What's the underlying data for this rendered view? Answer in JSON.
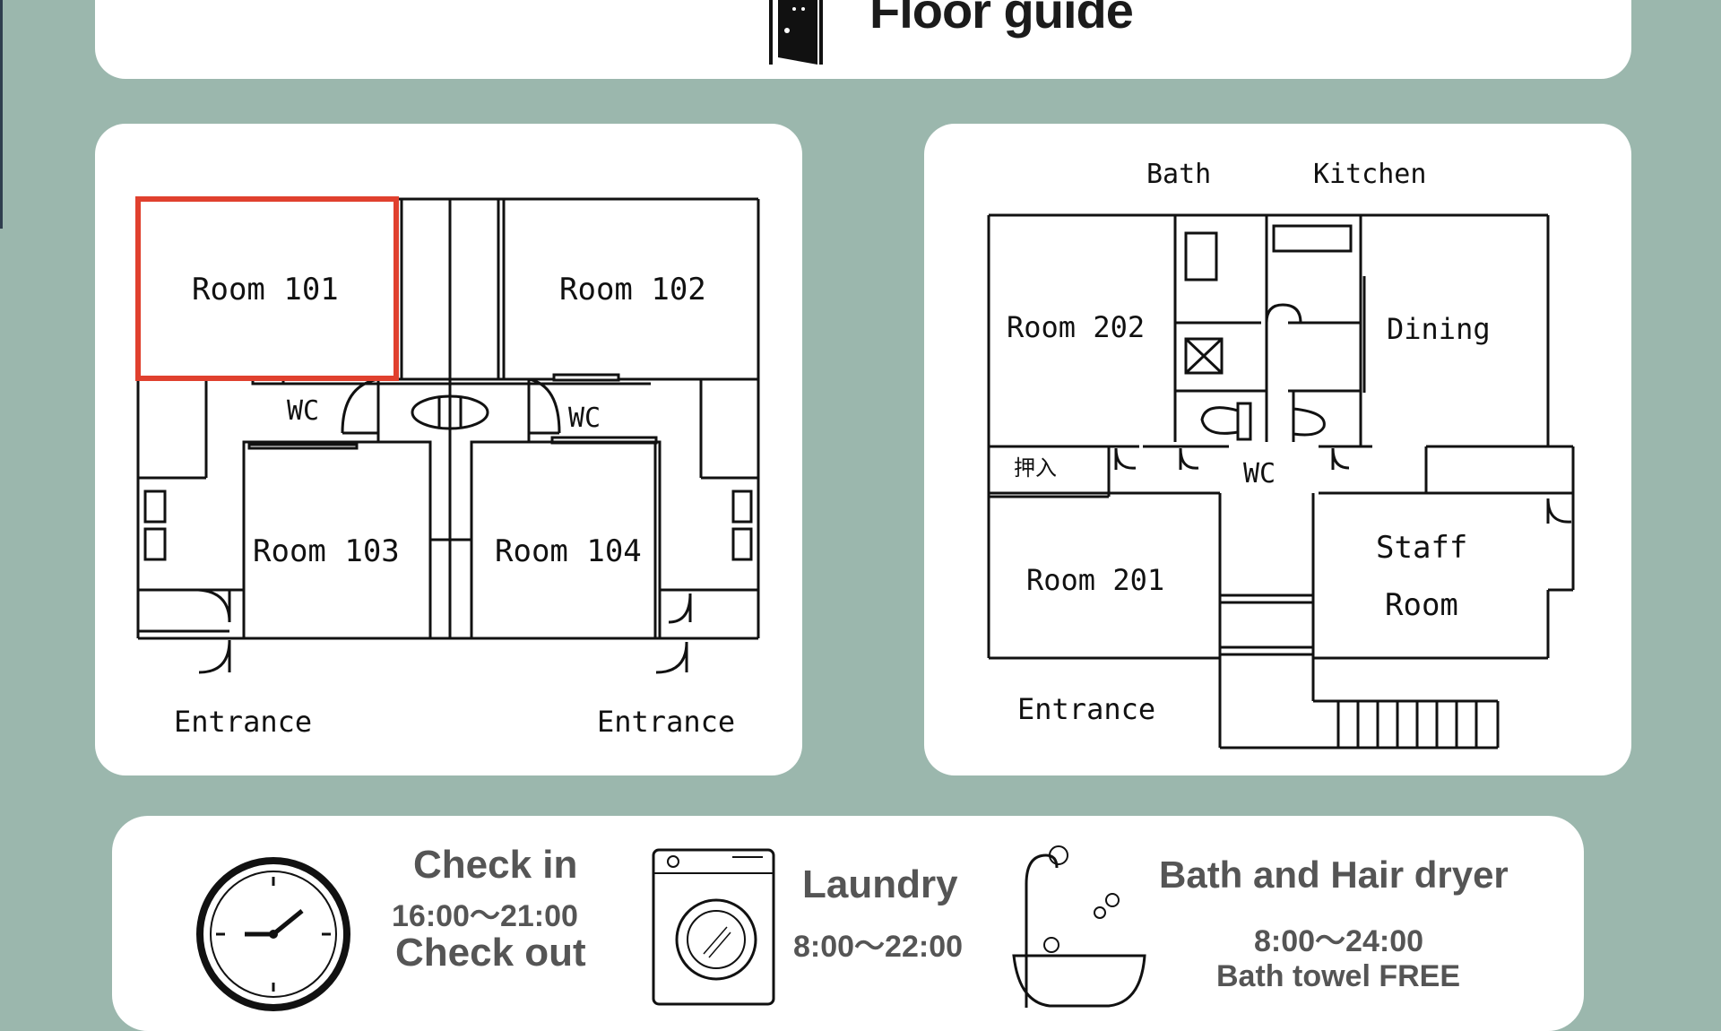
{
  "header": {
    "title": "Floor guide",
    "icon": "door-icon"
  },
  "floor1": {
    "rooms": [
      "Room 101",
      "Room 102",
      "Room 103",
      "Room 104"
    ],
    "wc_labels": [
      "WC",
      "WC"
    ],
    "entrances": [
      "Entrance",
      "Entrance"
    ],
    "highlight_room": "Room 101",
    "highlight_color": "#e0402e"
  },
  "floor2": {
    "top_labels": [
      "Bath",
      "Kitchen"
    ],
    "rooms": [
      "Room 202",
      "Dining",
      "Room 201",
      "Staff",
      "Room"
    ],
    "closet_label": "押入",
    "wc_label": "WC",
    "entrance": "Entrance"
  },
  "info": {
    "checkin_label": "Check in",
    "checkin_time": "16:00〜21:00",
    "checkout_label": "Check out",
    "laundry_label": "Laundry",
    "laundry_time": "8:00〜22:00",
    "bath_label": "Bath and Hair dryer",
    "bath_time": "8:00〜24:00",
    "bath_note": "Bath towel FREE",
    "icons": [
      "clock-icon",
      "washing-machine-icon",
      "bathtub-icon"
    ]
  },
  "colors": {
    "background": "#9bb7ad",
    "card": "#ffffff",
    "text": "#555555"
  }
}
